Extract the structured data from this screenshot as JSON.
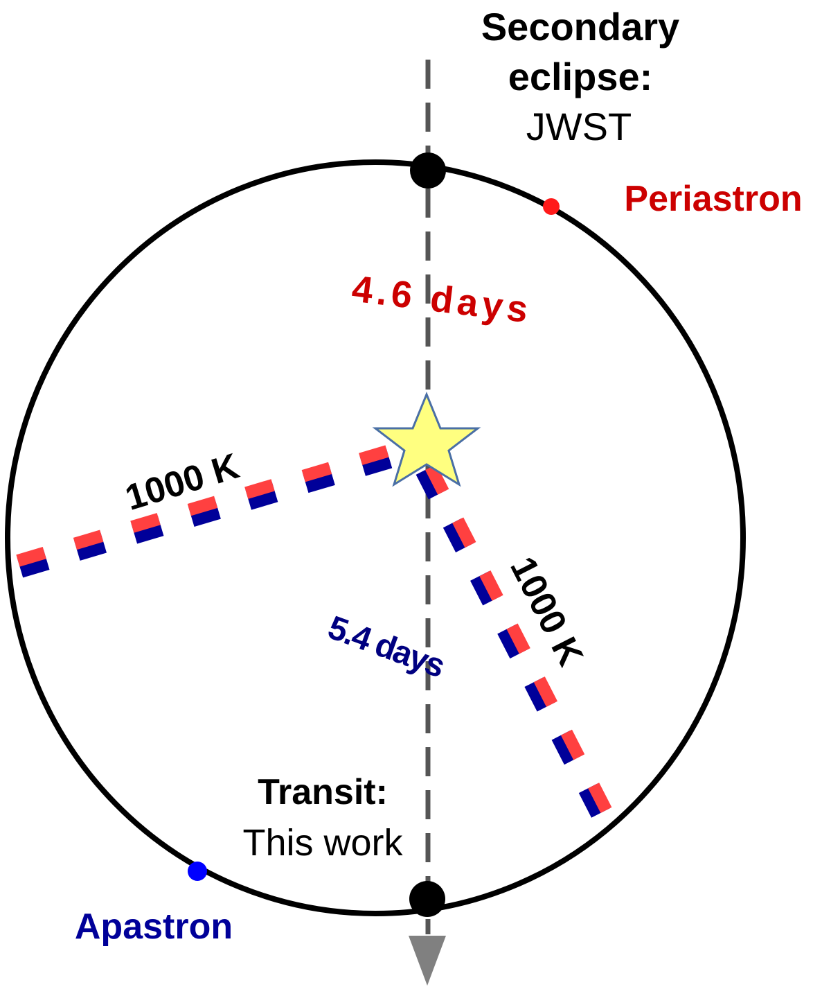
{
  "labels": {
    "secondary_line1": "Secondary",
    "secondary_line2": "eclipse:",
    "secondary_line3": "JWST",
    "periastron": "Periastron",
    "apastron": "Apastron",
    "days_top": "4.6 days",
    "days_bottom": "5.4 days",
    "temp_left": "1000 K",
    "temp_right": "1000 K",
    "transit_line1": "Transit:",
    "transit_line2": "This work"
  },
  "colors": {
    "orbit": "#000000",
    "sightline": "#555555",
    "arrow": "#808080",
    "star_fill": "#ffff80",
    "star_stroke": "#4a6fa5",
    "periastron": "#cc0000",
    "periastron_dot": "#ff1a1a",
    "apastron": "#000099",
    "apastron_dot": "#0000ff",
    "dash_red": "#ff4040",
    "dash_blue": "#000099",
    "days_top": "#cc0000",
    "days_bottom": "#000080",
    "text": "#000000"
  },
  "icons": {
    "star": "star-icon",
    "arrow": "arrow-down-icon"
  }
}
